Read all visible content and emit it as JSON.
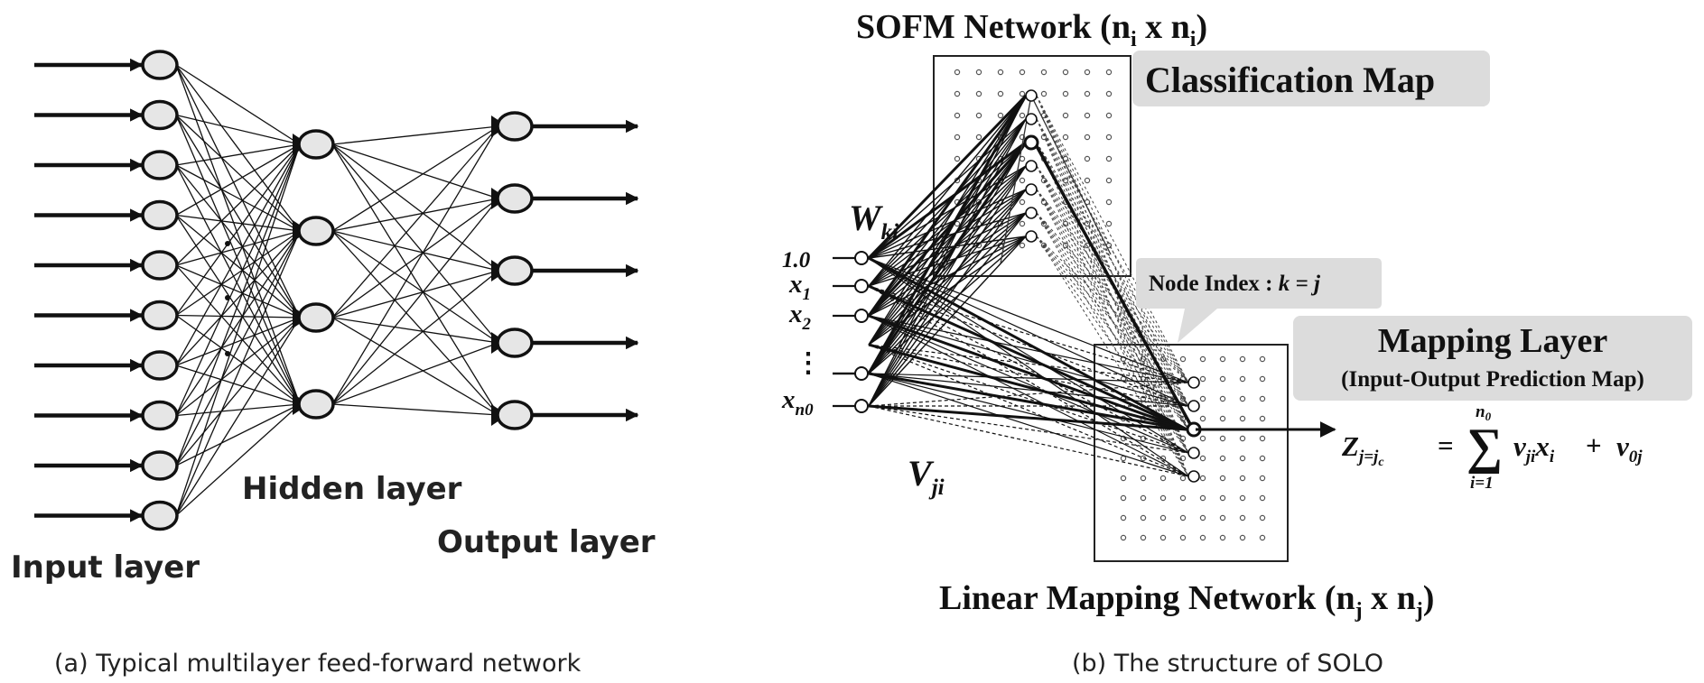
{
  "panel_a": {
    "input_label": "Input layer",
    "hidden_label": "Hidden layer",
    "output_label": "Output layer",
    "caption": "(a) Typical multilayer feed-forward network",
    "input_node_count": 10,
    "hidden_node_count": 4,
    "output_node_count": 5
  },
  "panel_b": {
    "title": "SOFM Network (n",
    "title_sub1": "i",
    "title_mid": " x n",
    "title_sub2": "i",
    "title_end": ")",
    "classification_map": "Classification Map",
    "w_label": "W",
    "w_sub": "ki",
    "v_label": "V",
    "v_sub": "ji",
    "inputs": [
      "1.0",
      "x",
      "x",
      "⋮",
      "x"
    ],
    "input_subs": [
      "",
      "1",
      "2",
      "",
      "n0"
    ],
    "node_index_text": "Node Index : ",
    "node_index_eq": "k = j",
    "mapping_layer": "Mapping Layer",
    "mapping_sub": "(Input-Output Prediction Map)",
    "formula_z": "Z",
    "formula_z_sub": "j=j",
    "formula_z_subsub": "c",
    "formula_eq": "=",
    "formula_sigma": "∑",
    "formula_top": "n",
    "formula_top_sub": "0",
    "formula_bottom": "i=1",
    "formula_term1": "v",
    "formula_term1_sub": "ji",
    "formula_term1_x": "x",
    "formula_term1_xsub": "i",
    "formula_plus": "+",
    "formula_term2": "v",
    "formula_term2_sub": "0j",
    "bottom_title": "Linear Mapping Network (n",
    "bottom_sub1": "j",
    "bottom_mid": " x n",
    "bottom_sub2": "j",
    "bottom_end": ")",
    "caption": "(b) The structure of SOLO"
  },
  "colors": {
    "line": "#111111",
    "node_fill": "#e6e6e6",
    "callout_bg": "#dcdcdc",
    "box_stroke": "#222222"
  }
}
